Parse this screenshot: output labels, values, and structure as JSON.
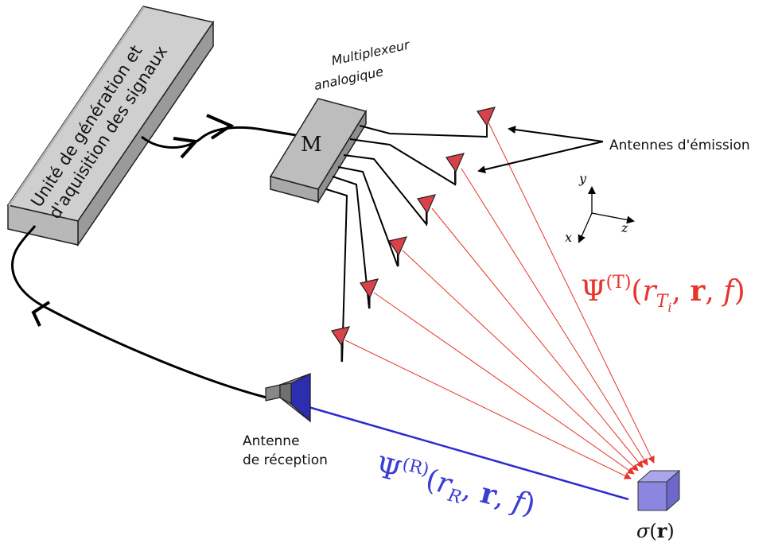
{
  "unit_label": [
    "Unité de génération et",
    "d'aquisition des signaux"
  ],
  "mux_label": [
    "Multiplexeur",
    "analogique"
  ],
  "mux_symbol": "M",
  "tx_label": "Antennes d'émission",
  "rx_label": [
    "Antenne",
    "de réception"
  ],
  "axes": {
    "y": "y",
    "x": "x",
    "z": "z"
  },
  "psi_T": {
    "base": "Ψ",
    "sup": "(T)",
    "open": "(",
    "r": "r",
    "sub": "T",
    "subsub": "i",
    "sep1": ", ",
    "vec": "r",
    "sep2": ", ",
    "f": "f",
    "close": ")"
  },
  "psi_R": {
    "base": "Ψ",
    "sup": "(R)",
    "open": "(",
    "r": "r",
    "sub": "R",
    "sep1": ", ",
    "vec": "r",
    "sep2": ", ",
    "f": "f",
    "close": ")"
  },
  "sigma": {
    "base": "σ",
    "open": "(",
    "vec": "r",
    "close": ")"
  },
  "colors": {
    "emission": "#e8332a",
    "reception": "#3b3bd6",
    "box": "#a8a8a8",
    "antenna": "#d9424a",
    "target": "#8b86e0"
  }
}
